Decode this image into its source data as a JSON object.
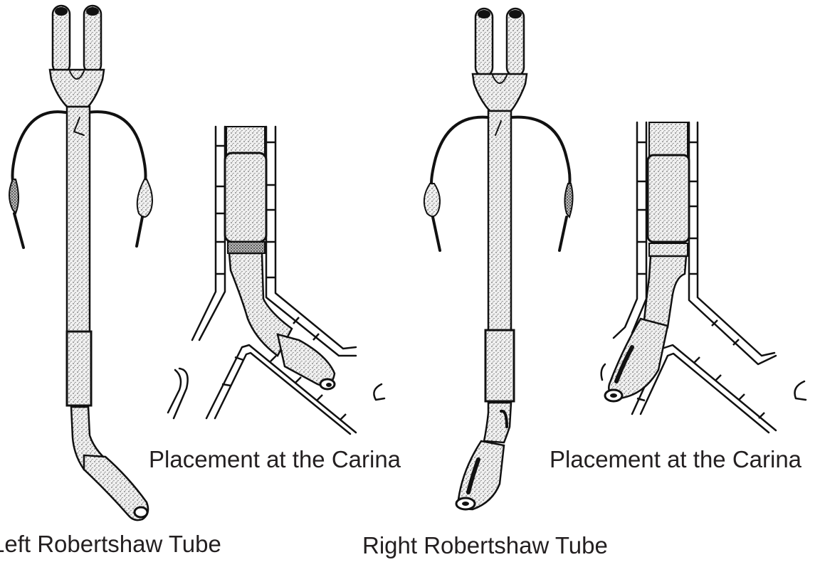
{
  "figure": {
    "panels": [
      {
        "id": "left-tube",
        "caption": "Left Robertshaw Tube",
        "carina_caption": "Placement at the Carina"
      },
      {
        "id": "right-tube",
        "caption": "Right Robertshaw Tube",
        "carina_caption": "Placement at the Carina"
      }
    ],
    "colors": {
      "ink": "#111111",
      "text": "#231f20",
      "background": "#ffffff"
    }
  }
}
